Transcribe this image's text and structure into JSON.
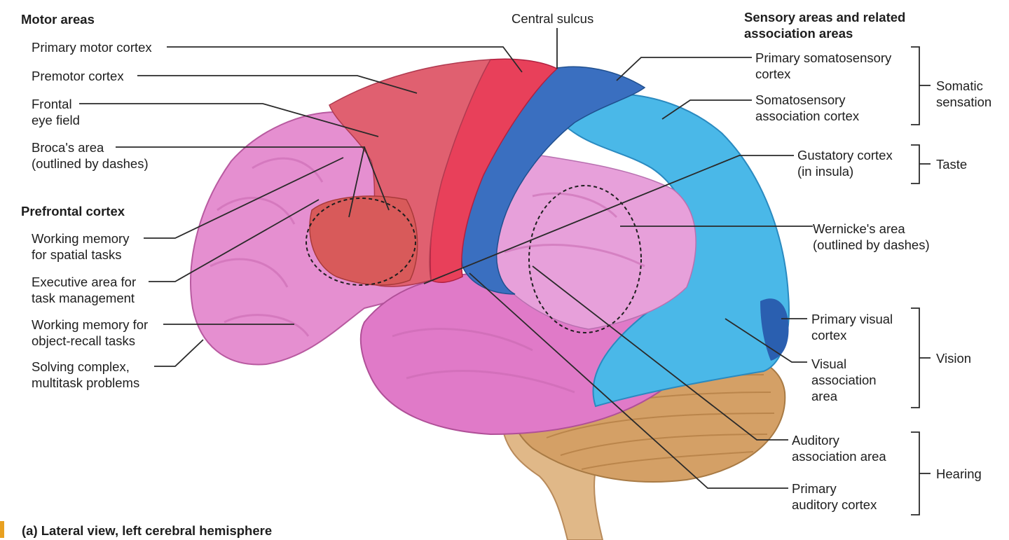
{
  "figure": {
    "caption": "(a) Lateral view, left cerebral hemisphere",
    "colors": {
      "motor": "#e8405a",
      "broca": "#d85a5a",
      "somatosensory_primary": "#3a6fc0",
      "association_blue": "#4ab8e8",
      "visual_primary": "#2a5fb0",
      "prefrontal": "#e58fd0",
      "temporal": "#e07ac8",
      "cerebellum": "#d4a066",
      "brainstem": "#e0b888"
    }
  },
  "left": {
    "motor_heading": "Motor areas",
    "primary_motor_cortex": "Primary motor cortex",
    "premotor_cortex": "Premotor cortex",
    "frontal_eye_field_1": "Frontal",
    "frontal_eye_field_2": "eye field",
    "brocas_area_1": "Broca's area",
    "brocas_area_2": "(outlined by dashes)",
    "prefrontal_heading": "Prefrontal cortex",
    "working_memory_spatial_1": "Working memory",
    "working_memory_spatial_2": "for spatial tasks",
    "executive_area_1": "Executive area for",
    "executive_area_2": "task management",
    "working_memory_object_1": "Working memory for",
    "working_memory_object_2": "object-recall tasks",
    "solving_complex_1": "Solving complex,",
    "solving_complex_2": "multitask problems"
  },
  "top": {
    "central_sulcus": "Central sulcus"
  },
  "right": {
    "sensory_heading_1": "Sensory areas and related",
    "sensory_heading_2": "association areas",
    "primary_somatosensory_1": "Primary somatosensory",
    "primary_somatosensory_2": "cortex",
    "somatosensory_association_1": "Somatosensory",
    "somatosensory_association_2": "association cortex",
    "gustatory_1": "Gustatory cortex",
    "gustatory_2": "(in insula)",
    "wernickes_1": "Wernicke's area",
    "wernickes_2": "(outlined by dashes)",
    "primary_visual_1": "Primary visual",
    "primary_visual_2": "cortex",
    "visual_association_1": "Visual",
    "visual_association_2": "association",
    "visual_association_3": "area",
    "auditory_association_1": "Auditory",
    "auditory_association_2": "association area",
    "primary_auditory_1": "Primary",
    "primary_auditory_2": "auditory cortex"
  },
  "groups": {
    "somatic_1": "Somatic",
    "somatic_2": "sensation",
    "taste": "Taste",
    "vision": "Vision",
    "hearing": "Hearing"
  }
}
